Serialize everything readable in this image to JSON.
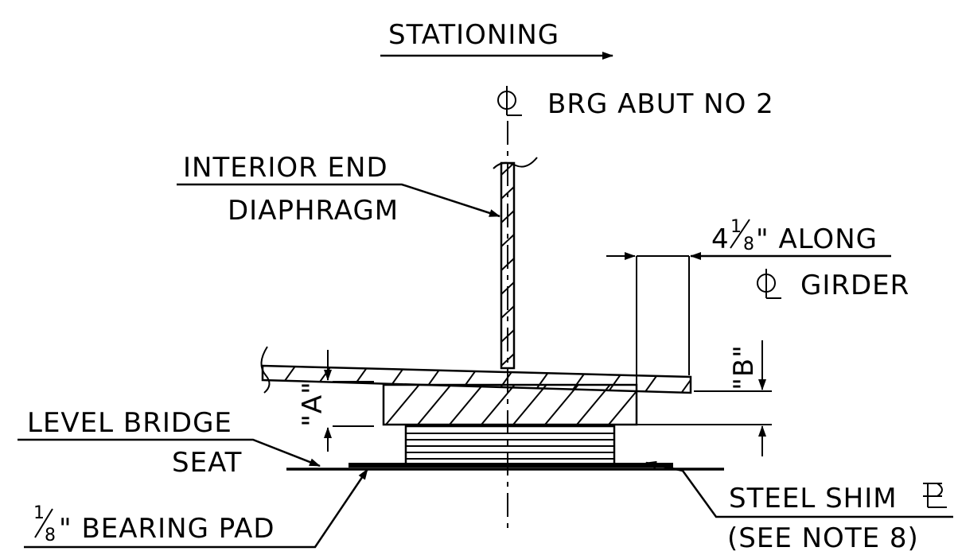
{
  "labels": {
    "stationing": "STATIONING",
    "cl_brg": "BRG ABUT NO 2",
    "interior_line1": "INTERIOR END",
    "interior_line2": "DIAPHRAGM",
    "along_prefix": "4",
    "along_num": "1",
    "along_den": "8",
    "along_suffix": "\" ALONG",
    "girder": "GIRDER",
    "dim_a": "\"A\"",
    "dim_b": "\"B\"",
    "level_line1": "LEVEL BRIDGE",
    "level_line2": "SEAT",
    "pad_num": "1",
    "pad_den": "8",
    "pad_suffix": "\" BEARING PAD",
    "shim": "STEEL SHIM",
    "note": "(SEE NOTE 8)"
  },
  "symbols": {
    "centerline": "centerline-symbol",
    "plate": "plate-symbol"
  }
}
